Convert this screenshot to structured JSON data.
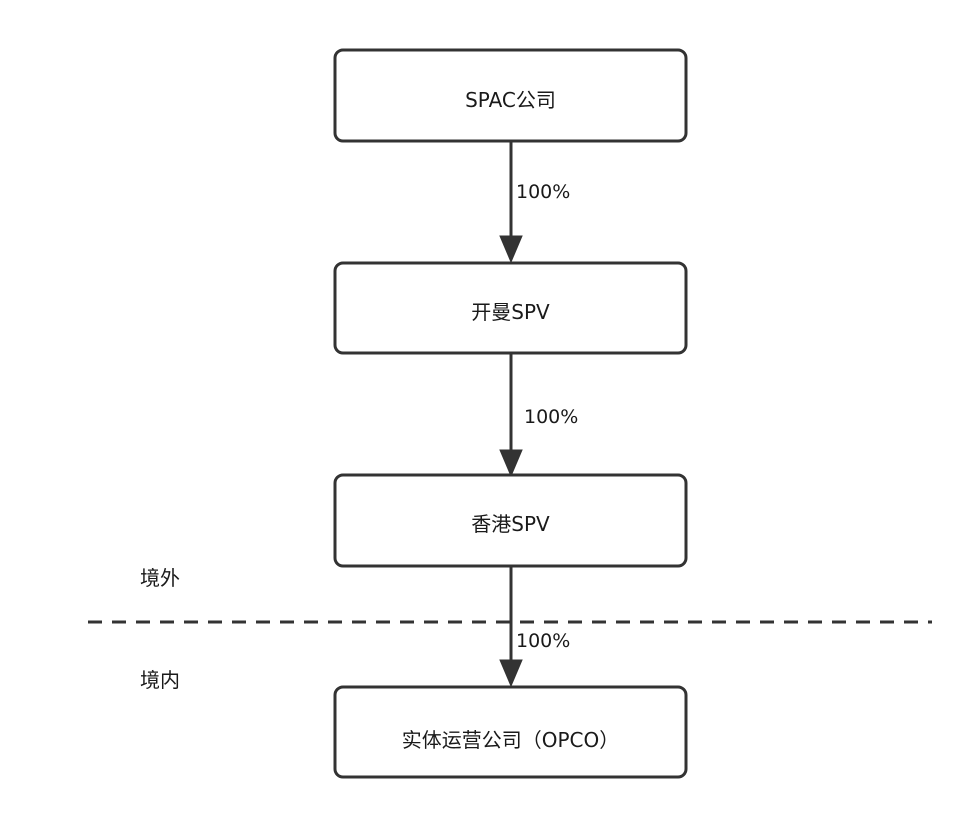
{
  "nodes": [
    {
      "label": "SPAC公司"
    },
    {
      "label": "开曼SPV"
    },
    {
      "label": "香港SPV"
    },
    {
      "label": "实体运营公司（OPCO）"
    }
  ],
  "edges": [
    {
      "label": "100%"
    },
    {
      "label": "100%"
    },
    {
      "label": "100%"
    }
  ],
  "zones": {
    "offshore_label": "境外",
    "onshore_label": "境内"
  },
  "colors": {
    "stroke": "#333333",
    "text": "#1a1a1a",
    "background": "#ffffff"
  }
}
